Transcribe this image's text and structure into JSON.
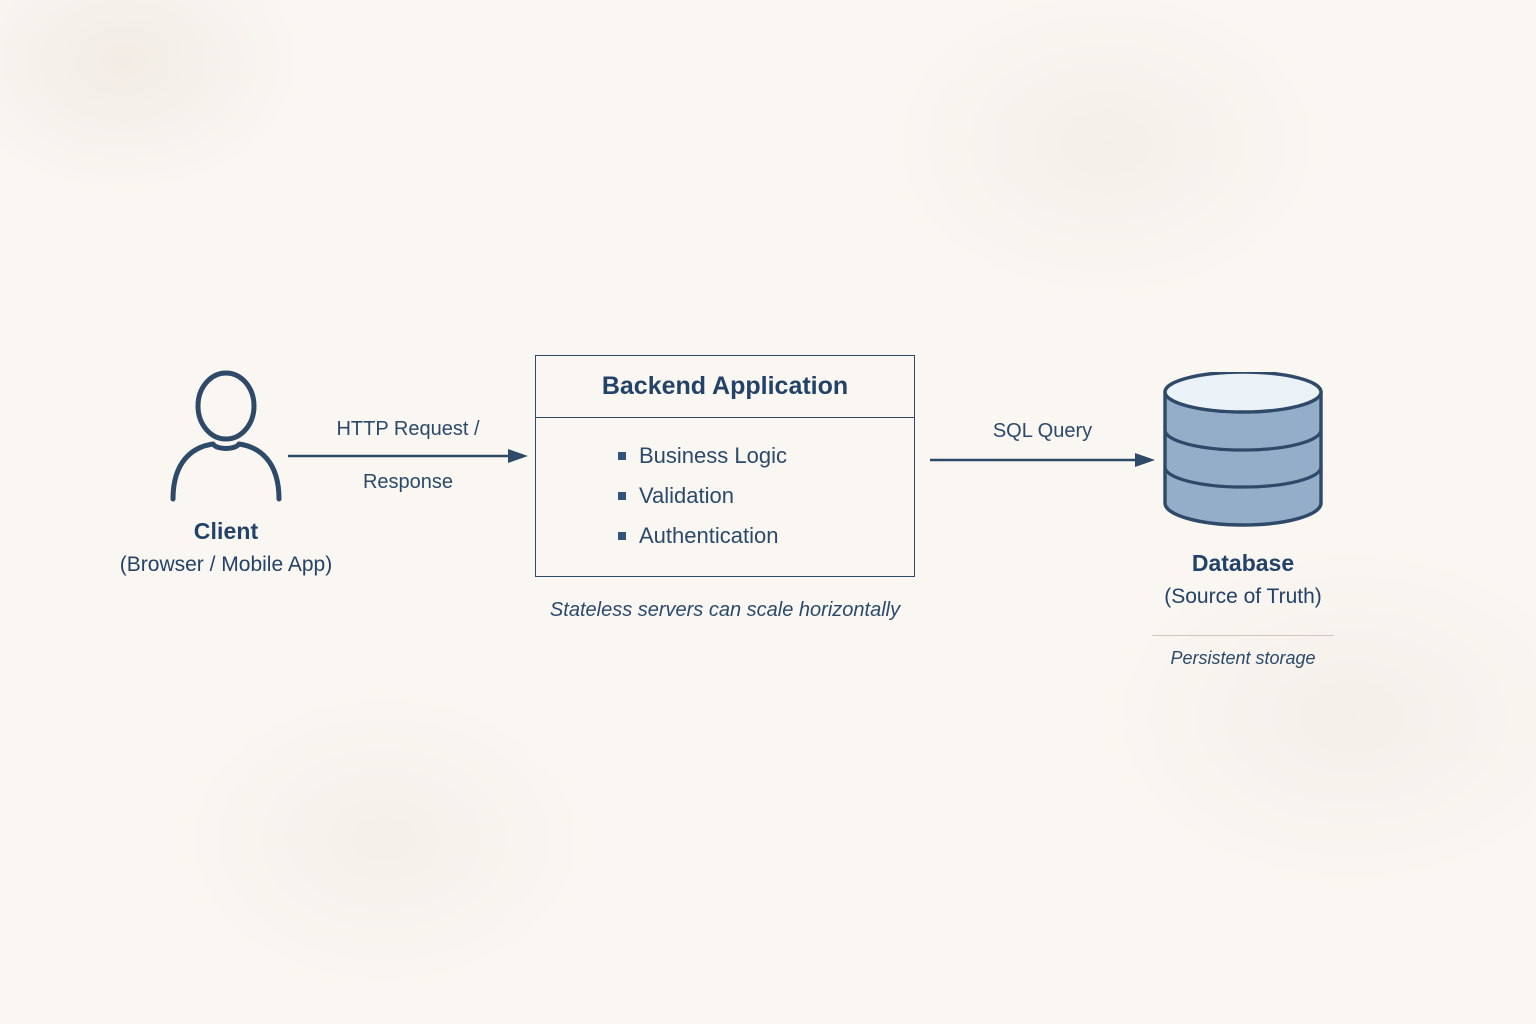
{
  "diagram": {
    "type": "architecture-flow",
    "background_color": "#faf6f1",
    "accent_color": "#2b4a6b",
    "db_fill_color": "#94aeca",
    "db_top_color": "#eaf1f7",
    "client": {
      "icon": "user-icon",
      "title": "Client",
      "subtitle": "(Browser / Mobile App)"
    },
    "arrow_client_to_backend": {
      "icon": "arrow-right-icon",
      "top_label": "HTTP Request /",
      "bottom_label": "Response"
    },
    "backend": {
      "title": "Backend Application",
      "features": [
        "Business Logic",
        "Validation",
        "Authentication"
      ],
      "caption": "Stateless servers can scale horizontally"
    },
    "arrow_backend_to_database": {
      "icon": "arrow-right-icon",
      "label": "SQL Query"
    },
    "database": {
      "icon": "database-cylinder-icon",
      "title": "Database",
      "subtitle": "(Source of Truth)",
      "note": "Persistent storage"
    }
  }
}
